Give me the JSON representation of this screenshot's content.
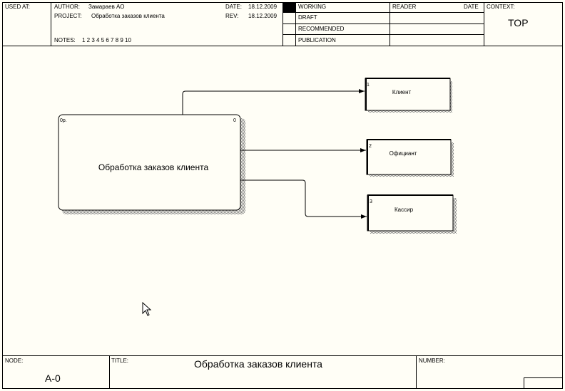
{
  "header": {
    "used_at_label": "USED AT:",
    "author_label": "AUTHOR:",
    "author": "Замараев АО",
    "project_label": "PROJECT:",
    "project": "Обработка заказов клиента",
    "date_label": "DATE:",
    "date": "18.12.2009",
    "rev_label": "REV:",
    "rev": "18.12.2009",
    "notes_label": "NOTES:",
    "notes": "1  2  3  4  5  6  7  8  9  10",
    "statuses": [
      "WORKING",
      "DRAFT",
      "RECOMMENDED",
      "PUBLICATION"
    ],
    "selected_status": "WORKING",
    "reader_label": "READER",
    "reader_date_label": "DATE",
    "context_label": "CONTEXT:",
    "context_value": "TOP"
  },
  "diagram": {
    "main_box": {
      "label": "Обработка заказов клиента",
      "cost": "0р.",
      "number": "0"
    },
    "entities": [
      {
        "number": "1",
        "label": "Клиент"
      },
      {
        "number": "2",
        "label": "Официант"
      },
      {
        "number": "3",
        "label": "Кассир"
      }
    ]
  },
  "footer": {
    "node_label": "NODE:",
    "node": "A-0",
    "title_label": "TITLE:",
    "title": "Обработка заказов клиента",
    "number_label": "NUMBER:"
  },
  "colors": {
    "background": "#fffef6",
    "line": "#000000",
    "shadow_dots": "#808080"
  }
}
